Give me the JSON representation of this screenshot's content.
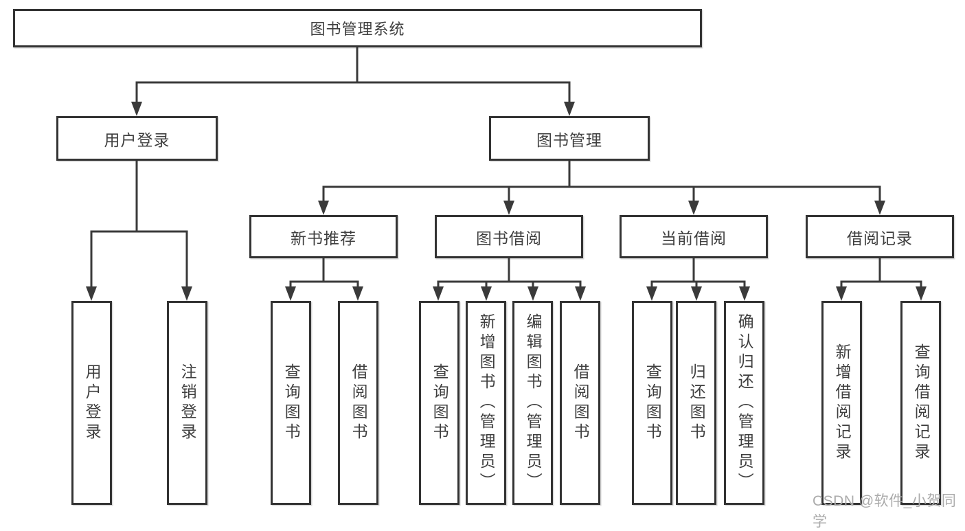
{
  "diagram": {
    "type": "hierarchy-tree",
    "colors": {
      "line": "#3a3a3a",
      "border": "#333333",
      "text": "#3f3f3f",
      "bg": "#ffffff",
      "watermark": "#ababab"
    }
  },
  "tree": {
    "root": "图书管理系统",
    "children": [
      {
        "label": "用户登录",
        "children": [
          "用户登录",
          "注销登录"
        ]
      },
      {
        "label": "图书管理",
        "children": [
          {
            "label": "新书推荐",
            "children": [
              "查询图书",
              "借阅图书"
            ]
          },
          {
            "label": "图书借阅",
            "children": [
              "查询图书",
              "新增图书（管理员）",
              "编辑图书（管理员）",
              "借阅图书"
            ]
          },
          {
            "label": "当前借阅",
            "children": [
              "查询图书",
              "归还图书",
              "确认归还（管理员）"
            ]
          },
          {
            "label": "借阅记录",
            "children": [
              "新增借阅记录",
              "查询借阅记录"
            ]
          }
        ]
      }
    ]
  },
  "watermark": {
    "text": "CSDN @软件_小贺同学"
  }
}
